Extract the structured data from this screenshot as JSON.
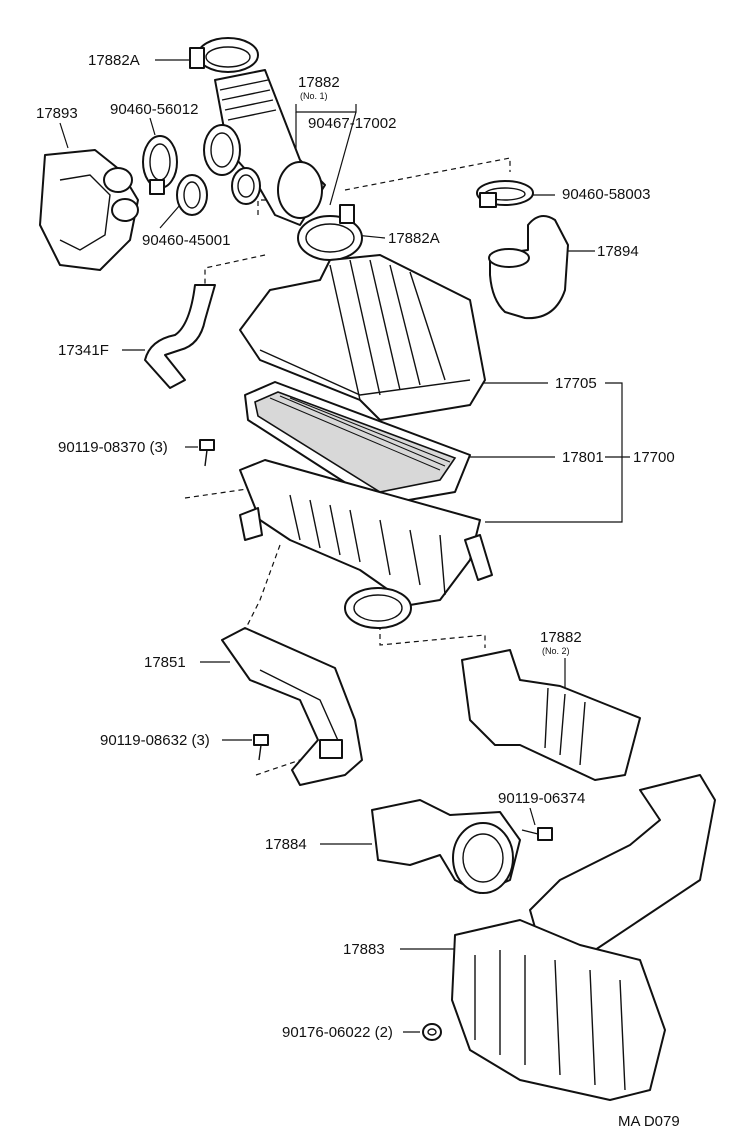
{
  "diagram": {
    "code": "MA D079",
    "parts": {
      "p17882A_top": "17882A",
      "p17893": "17893",
      "p90460_56012": "90460-56012",
      "p17882": "17882",
      "p17882_no1": "(No. 1)",
      "p90467_17002": "90467-17002",
      "p90460_58003": "90460-58003",
      "p90460_45001": "90460-45001",
      "p17882A_mid": "17882A",
      "p17894": "17894",
      "p17341F": "17341F",
      "p17705": "17705",
      "p90119_08370": "90119-08370 (3)",
      "p17801": "17801",
      "p17700": "17700",
      "p17882_b": "17882",
      "p17882_no2": "(No. 2)",
      "p17851": "17851",
      "p90119_08632": "90119-08632 (3)",
      "p90119_06374": "90119-06374",
      "p17884": "17884",
      "p17883": "17883",
      "p90176_06022": "90176-06022 (2)"
    }
  }
}
